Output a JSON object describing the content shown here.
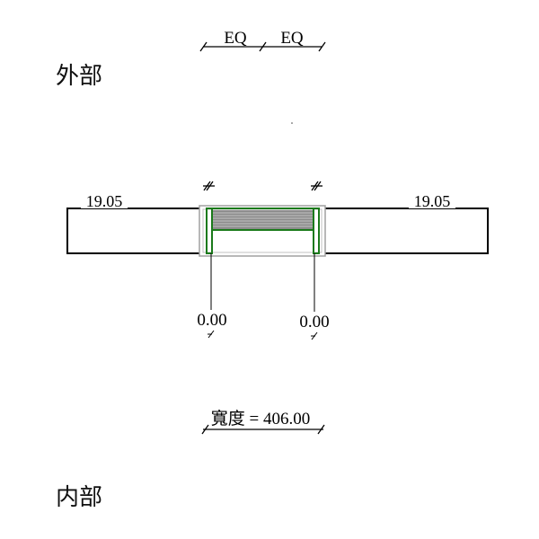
{
  "labels": {
    "exterior": "外部",
    "interior": "内部"
  },
  "dimensions": {
    "eq_left": "EQ",
    "eq_right": "EQ",
    "left_offset": "19.05",
    "right_offset": "19.05",
    "left_leader": "0.00",
    "right_leader": "0.00",
    "width": "寬度 = 406.00"
  },
  "colors": {
    "wall": "#000000",
    "frame": "#1a7a1a",
    "glass": "#8c8c8c",
    "outline": "#a0a0a0"
  }
}
